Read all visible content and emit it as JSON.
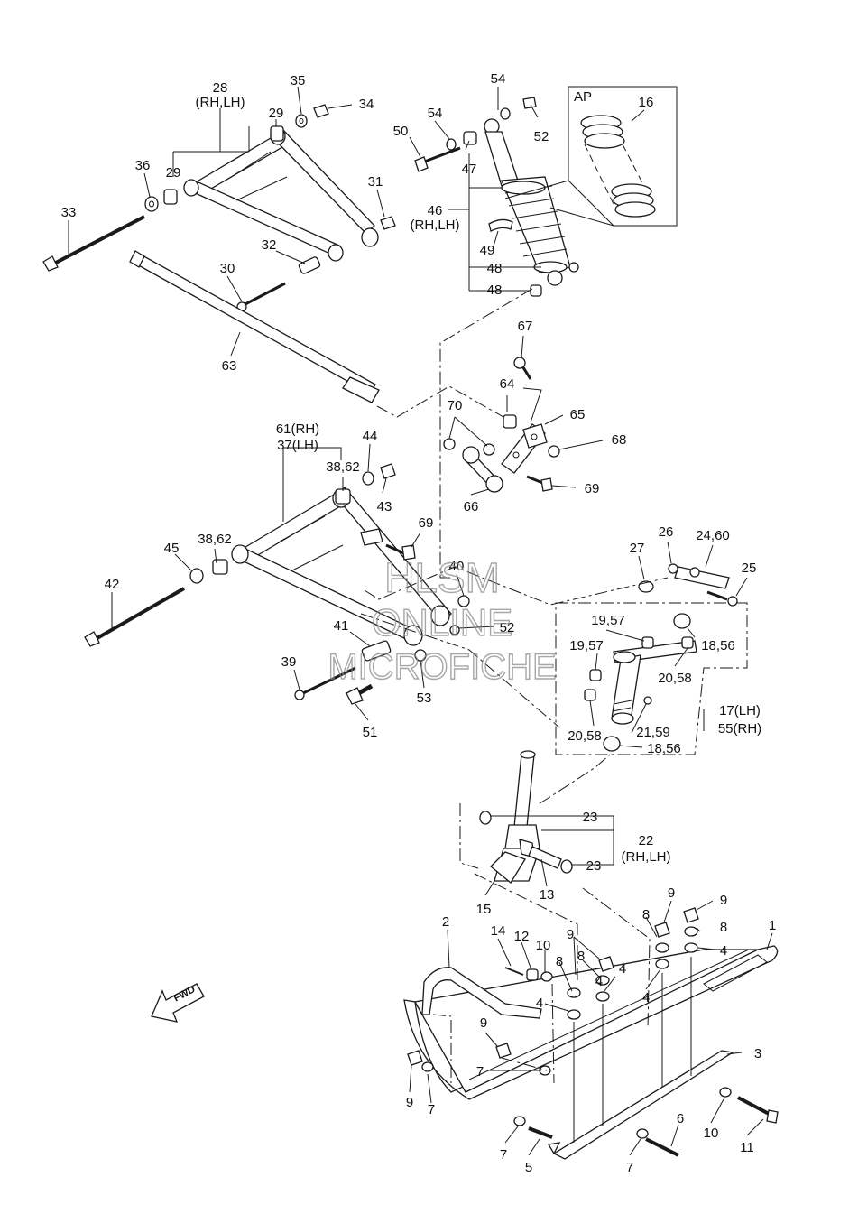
{
  "labels": {
    "l1": "1",
    "l2": "2",
    "l3": "3",
    "l4a": "4",
    "l4b": "4",
    "l4c": "4",
    "l4d": "4",
    "l4e": "4",
    "l5": "5",
    "l6": "6",
    "l7a": "7",
    "l7b": "7",
    "l7c": "7",
    "l7d": "7",
    "l8a": "8",
    "l8b": "8",
    "l8c": "8",
    "l8d": "8",
    "l9a": "9",
    "l9b": "9",
    "l9c": "9",
    "l9d": "9",
    "l9e": "9",
    "l10a": "10",
    "l10b": "10",
    "l11": "11",
    "l12": "12",
    "l13": "13",
    "l14": "14",
    "l15": "15",
    "l16": "16",
    "l17": "17(LH)",
    "l55": "55(RH)",
    "l1856a": "18,56",
    "l1856b": "18,56",
    "l1957a": "19,57",
    "l1957b": "19,57",
    "l2058a": "20,58",
    "l2058b": "20,58",
    "l2159": "21,59",
    "l22": "22",
    "l22s": "(RH,LH)",
    "l23a": "23",
    "l23b": "23",
    "l2460": "24,60",
    "l25": "25",
    "l26": "26",
    "l27": "27",
    "l28": "28",
    "l28s": "(RH,LH)",
    "l29a": "29",
    "l29b": "29",
    "l30": "30",
    "l31": "31",
    "l32": "32",
    "l33": "33",
    "l34": "34",
    "l35": "35",
    "l36": "36",
    "l3862a": "38,62",
    "l3862b": "38,62",
    "l39": "39",
    "l40": "40",
    "l41": "41",
    "l42": "42",
    "l43": "43",
    "l44": "44",
    "l45": "45",
    "l46": "46",
    "l46s": "(RH,LH)",
    "l47": "47",
    "l48a": "48",
    "l48b": "48",
    "l49": "49",
    "l50": "50",
    "l51": "51",
    "l52a": "52",
    "l52b": "52",
    "l53": "53",
    "l54a": "54",
    "l54b": "54",
    "l61": "61(RH)",
    "l37": "37(LH)",
    "l63": "63",
    "l64": "64",
    "l65": "65",
    "l66": "66",
    "l67": "67",
    "l68": "68",
    "l69a": "69",
    "l69b": "69",
    "l70": "70",
    "ap": "AP",
    "fwd": "FWD"
  },
  "watermark": {
    "line1": "HLSM",
    "line2": "ONLINE",
    "line3": "MICROFICHE"
  }
}
